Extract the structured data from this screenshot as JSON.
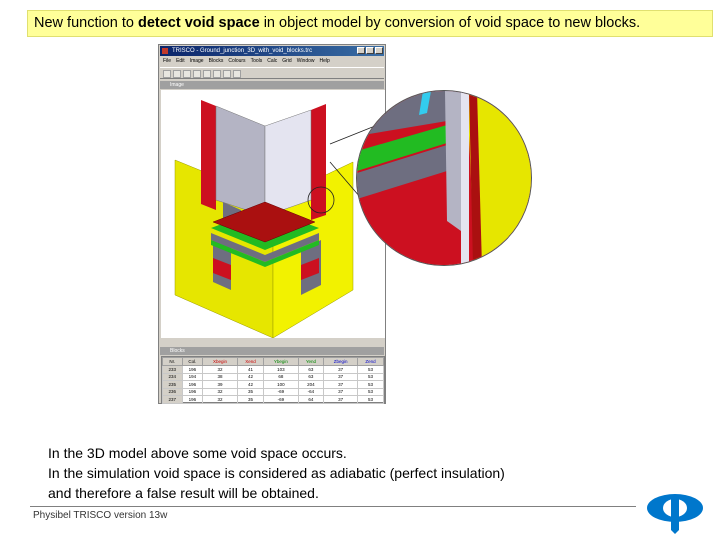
{
  "slide": {
    "title_prefix": "New function to ",
    "title_bold1": "detect void space",
    "title_middle": " in object model by conversion of void space to new blocks.",
    "caption_lines": [
      "In the 3D model above some void space occurs.",
      "In the simulation void space is considered as adiabatic (perfect insulation)",
      "and therefore a false result will be obtained."
    ],
    "footer": "Physibel TRISCO version 13w"
  },
  "app": {
    "title": "TRISCO - Ground_junction_3D_with_void_blocks.trc",
    "menu": [
      "File",
      "Edit",
      "Image",
      "Blocks",
      "Colours",
      "Tools",
      "Calc",
      "Grid",
      "Window",
      "Help"
    ],
    "image_window_title": "Image",
    "blocks_window_title": "Blocks",
    "table": {
      "headers": [
        "Nr.",
        "Col.",
        "Xbegin",
        "Xend",
        "Ybegin",
        "Yend",
        "Zbegin",
        "Zend"
      ],
      "rows": [
        [
          "233",
          "196",
          "32",
          "41",
          "103",
          "63",
          "37",
          "53"
        ],
        [
          "234",
          "194",
          "38",
          "42",
          "68",
          "63",
          "37",
          "53"
        ],
        [
          "235",
          "196",
          "39",
          "42",
          "100",
          "204",
          "37",
          "53"
        ],
        [
          "236",
          "196",
          "32",
          "35",
          "-69",
          "-64",
          "37",
          "53"
        ],
        [
          "237",
          "196",
          "32",
          "35",
          "-69",
          "64",
          "37",
          "53"
        ]
      ]
    }
  },
  "colors": {
    "title_bg": "#ffff99",
    "model_yellow": "#e6e600",
    "model_red": "#cc1020",
    "model_green": "#22bb22",
    "model_grey": "#6e6e80"
  }
}
